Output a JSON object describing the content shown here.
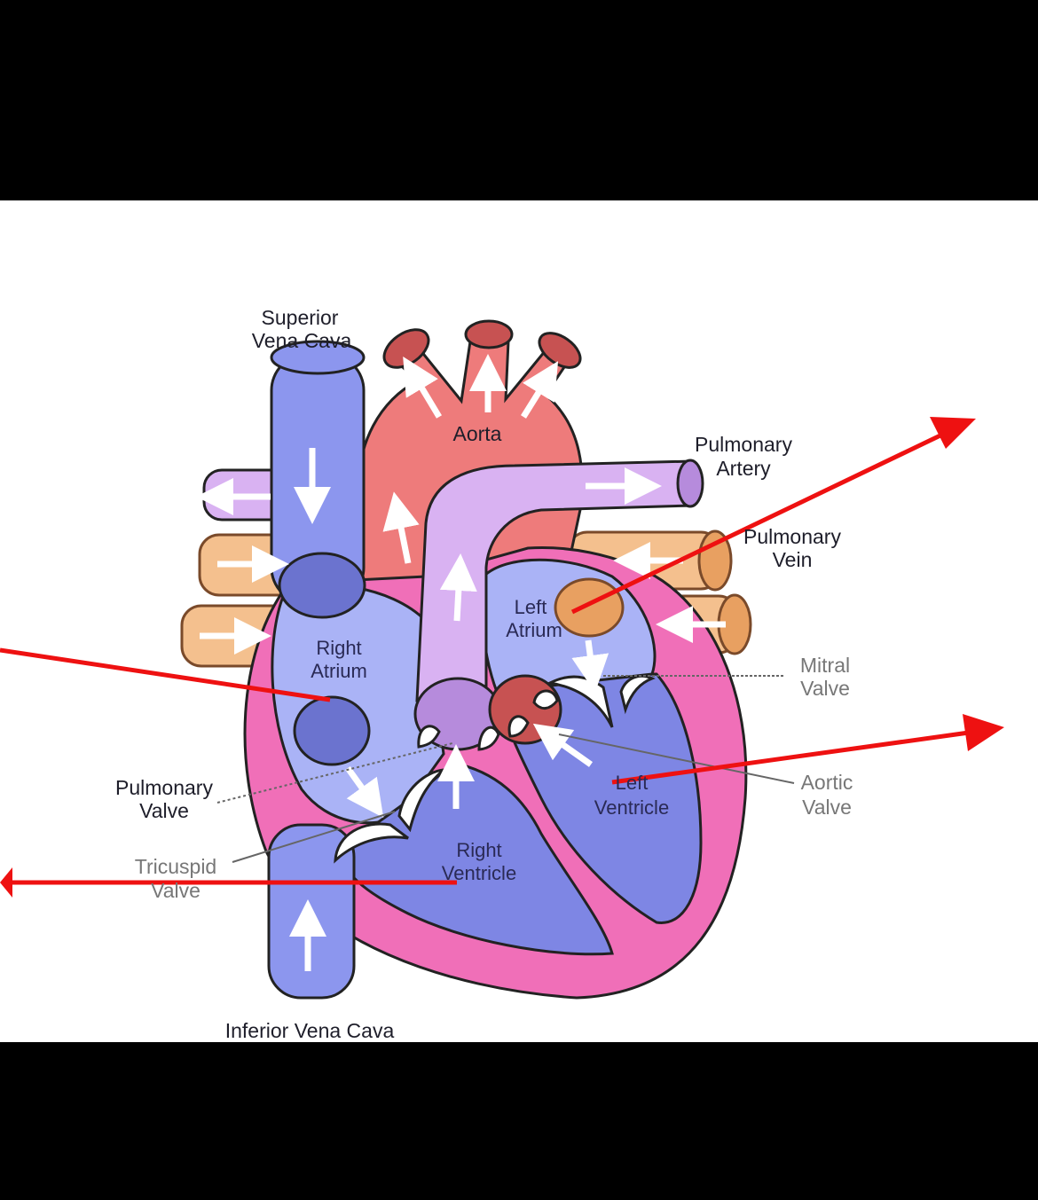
{
  "labels": {
    "superior_vena_cava": [
      "Superior",
      "Vena Cava"
    ],
    "aorta": "Aorta",
    "pulmonary_artery": [
      "Pulmonary",
      "Artery"
    ],
    "pulmonary_vein": [
      "Pulmonary",
      "Vein"
    ],
    "left_atrium": [
      "Left",
      "Atrium"
    ],
    "right_atrium": [
      "Right",
      "Atrium"
    ],
    "mitral_valve": [
      "Mitral",
      "Valve"
    ],
    "aortic_valve": [
      "Aortic",
      "Valve"
    ],
    "left_ventricle": [
      "Left",
      "Ventricle"
    ],
    "pulmonary_valve": [
      "Pulmonary",
      "Valve"
    ],
    "tricuspid_valve": [
      "Tricuspid",
      "Valve"
    ],
    "right_ventricle": [
      "Right",
      "Ventricle"
    ],
    "inferior_vena_cava": "Inferior Vena Cava"
  },
  "colors": {
    "background": "#ffffff",
    "frame": "#000000",
    "vena_cava": "#8c96ee",
    "aorta": "#ee7b7b",
    "pulmonary_artery": "#d9b2f2",
    "pulmonary_vein": "#f4c08e",
    "myocardium": "#f06fb8",
    "right_heart": "#aab3f6",
    "left_heart": "#7e86e4",
    "annotation_arrow": "#ee1111"
  }
}
